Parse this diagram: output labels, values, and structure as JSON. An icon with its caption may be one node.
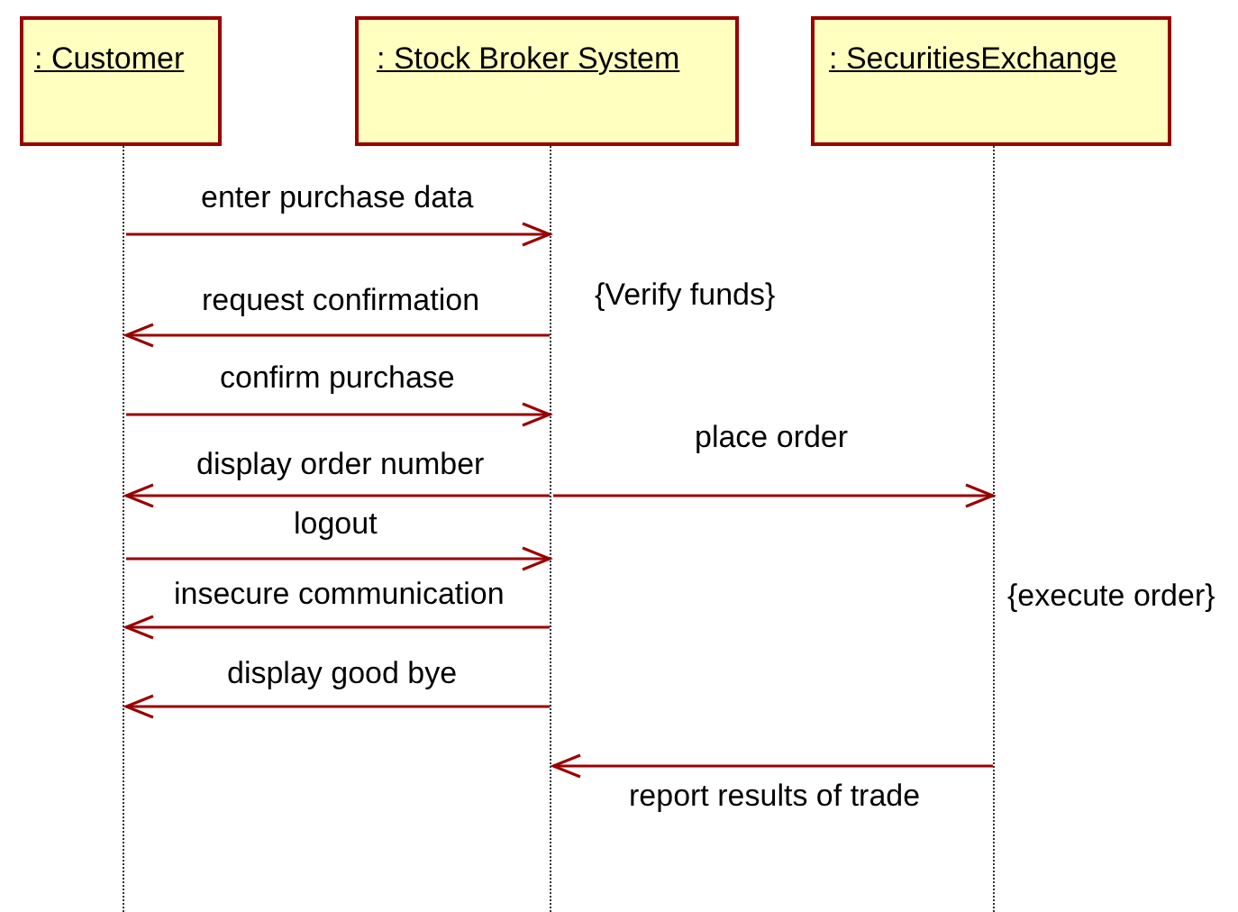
{
  "diagram": {
    "nodes": [
      {
        "text": [
          ": Customer"
        ]
      },
      {
        "text": [
          ": Stock Broker System"
        ]
      },
      {
        "text": [
          ": SecuritiesExchange"
        ]
      },
      {
        "text": [],
        "shape": "line"
      },
      {
        "text": [],
        "shape": "line"
      },
      {
        "text": [],
        "shape": "line"
      }
    ],
    "edges": [
      {
        "from": 3,
        "to": 4,
        "arrow": "to",
        "label": "enter purchase data"
      },
      {
        "from": 4,
        "to": 3,
        "arrow": "to",
        "label": "request confirmation"
      },
      {
        "from": 3,
        "to": 4,
        "arrow": "to",
        "label": "confirm purchase"
      },
      {
        "from": 4,
        "to": 3,
        "arrow": "to",
        "label": "display order number"
      },
      {
        "from": 4,
        "to": 5,
        "arrow": "to",
        "label": "place order"
      },
      {
        "from": 3,
        "to": 4,
        "arrow": "to",
        "label": "logout"
      },
      {
        "from": 4,
        "to": 3,
        "arrow": "to",
        "label": "insecure communication"
      },
      {
        "from": 4,
        "to": 3,
        "arrow": "to",
        "label": "display good bye"
      },
      {
        "from": 5,
        "to": 4,
        "arrow": "to",
        "label": "report results of trade"
      }
    ],
    "labels": [
      "{Verify funds}",
      "{execute order}"
    ]
  }
}
